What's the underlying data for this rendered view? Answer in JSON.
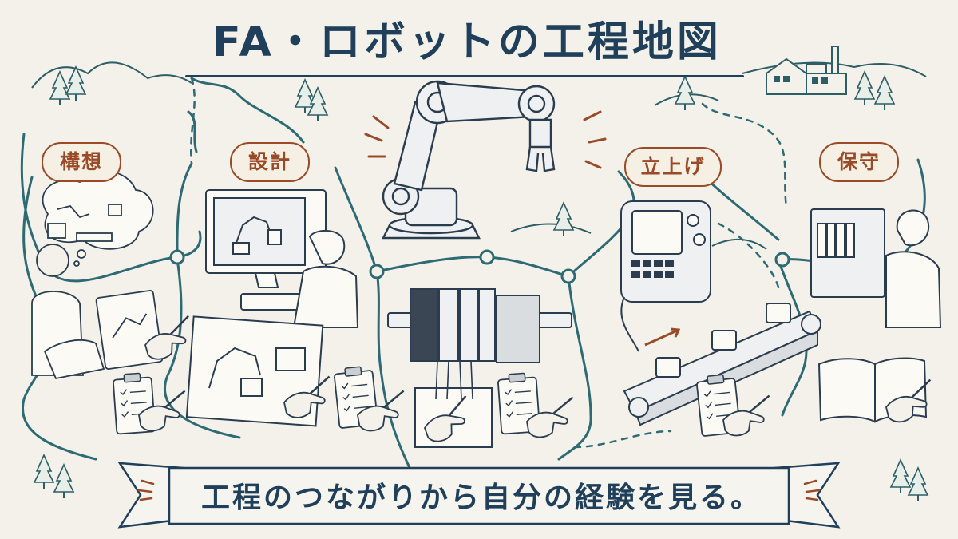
{
  "title": "FA・ロボットの工程地図",
  "stages": [
    {
      "label": "構想"
    },
    {
      "label": "設計"
    },
    {
      "label": "立上げ"
    },
    {
      "label": "保守"
    }
  ],
  "banner": {
    "text": "工程のつながりから自分の経験を見る。"
  },
  "colors": {
    "ink": "#1f3f5a",
    "accent": "#9a4a26",
    "path": "#2d6a73",
    "paper": "#f3f1ea"
  },
  "icons": [
    "robot-arm-icon",
    "computer-monitor-icon",
    "plc-controller-icon",
    "teach-pendant-icon",
    "conveyor-icon",
    "control-panel-icon",
    "factory-icon",
    "tree-icon",
    "checklist-icon",
    "notebook-icon"
  ]
}
